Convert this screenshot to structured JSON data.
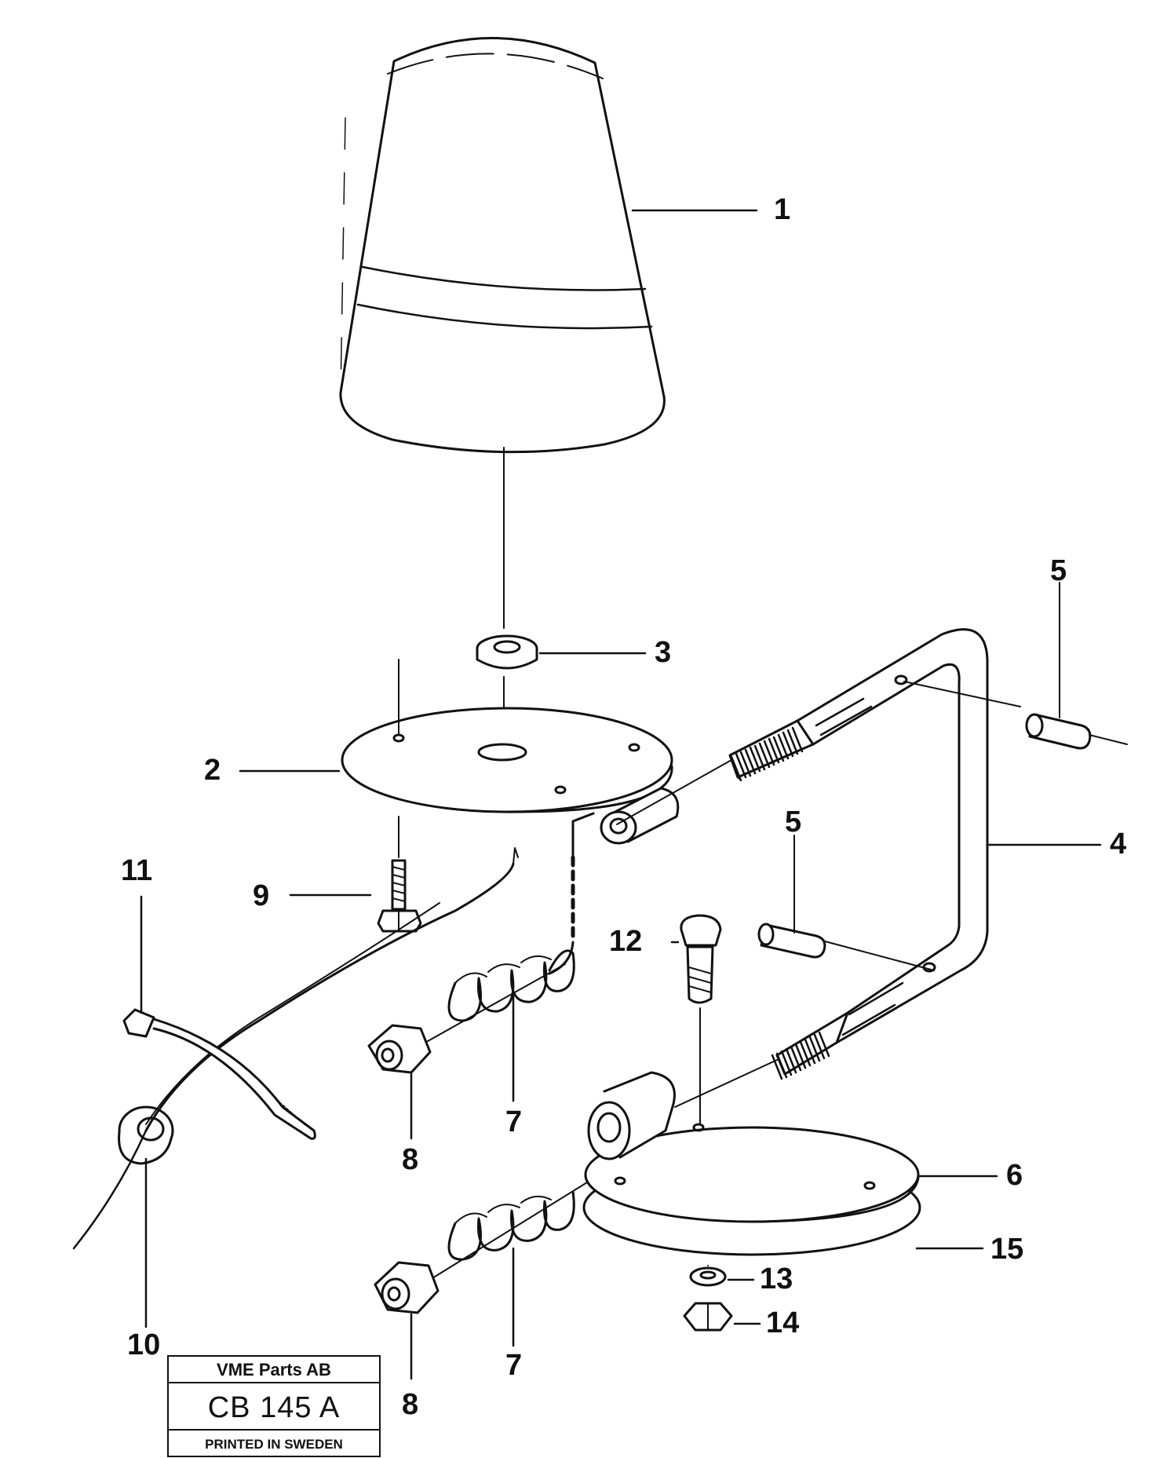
{
  "callouts": {
    "c1": "1",
    "c2": "2",
    "c3": "3",
    "c4": "4",
    "c5a": "5",
    "c5b": "5",
    "c6": "6",
    "c7a": "7",
    "c7b": "7",
    "c8a": "8",
    "c8b": "8",
    "c9": "9",
    "c10": "10",
    "c11": "11",
    "c12": "12",
    "c13": "13",
    "c14": "14",
    "c15": "15"
  },
  "title_block": {
    "company": "VME Parts AB",
    "code": "CB 145  A",
    "printed": "PRINTED IN SWEDEN"
  },
  "colors": {
    "ink": "#111111",
    "paper": "#ffffff"
  }
}
